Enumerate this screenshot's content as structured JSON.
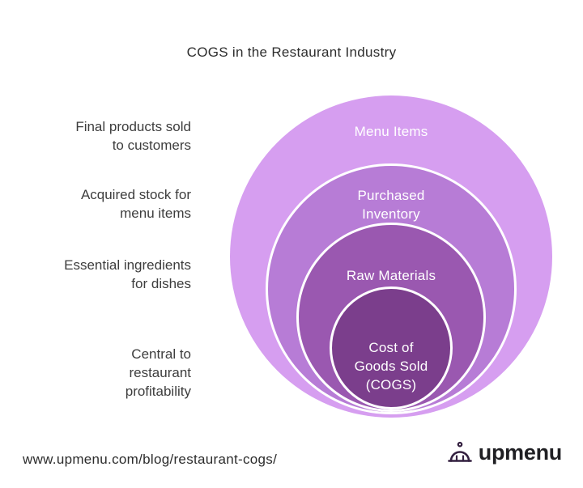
{
  "title": "COGS in the Restaurant Industry",
  "rings": [
    {
      "label": "Menu Items",
      "lines": [
        "Menu Items"
      ],
      "color": "#d69ef0"
    },
    {
      "label": "Purchased Inventory",
      "lines": [
        "Purchased",
        "Inventory"
      ],
      "color": "#b77cd6"
    },
    {
      "label": "Raw Materials",
      "lines": [
        "Raw Materials"
      ],
      "color": "#9a58b0"
    },
    {
      "label": "Cost of Goods Sold (COGS)",
      "lines": [
        "Cost of",
        "Goods Sold",
        "(COGS)"
      ],
      "color": "#7b3e8c"
    }
  ],
  "annotations": [
    {
      "label": "Final products sold to customers",
      "lines": [
        "Final products sold",
        "to customers"
      ]
    },
    {
      "label": "Acquired stock for menu items",
      "lines": [
        "Acquired stock for",
        "menu items"
      ]
    },
    {
      "label": "Essential ingredients for dishes",
      "lines": [
        "Essential ingredients",
        "for dishes"
      ]
    },
    {
      "label": "Central to restaurant profitability",
      "lines": [
        "Central to",
        "restaurant",
        "profitability"
      ]
    }
  ],
  "footer": {
    "url": "www.upmenu.com/blog/restaurant-cogs/"
  },
  "brand": {
    "name": "upmenu",
    "icon": "cloche-icon",
    "text_color": "#1f1f23",
    "icon_color": "#342040"
  }
}
